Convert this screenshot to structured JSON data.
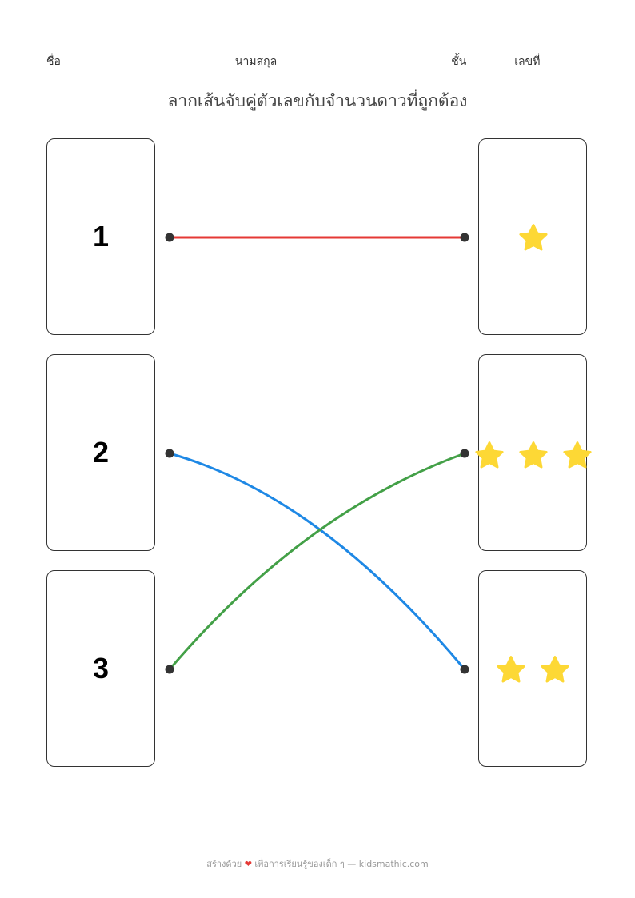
{
  "header": {
    "name_label": "ชื่อ",
    "surname_label": "นามสกุล",
    "class_label": "ชั้น",
    "number_label": "เลขที่"
  },
  "title": "ลากเส้นจับคู่ตัวเลขกับจำนวนดาวที่ถูกต้อง",
  "numbers": [
    "1",
    "2",
    "3"
  ],
  "star_counts": [
    1,
    3,
    2
  ],
  "matches": [
    {
      "from": "1",
      "to_card": 1,
      "color": "#e53935"
    },
    {
      "from": "2",
      "to_card": 3,
      "color": "#1e88e5"
    },
    {
      "from": "3",
      "to_card": 2,
      "color": "#43a047"
    }
  ],
  "star_color": "#fdd835",
  "footer": {
    "prefix": "สร้างด้วย",
    "heart_icon": "heart-icon",
    "suffix": "เพื่อการเรียนรู้ของเด็ก ๆ — kidsmathic.com"
  }
}
